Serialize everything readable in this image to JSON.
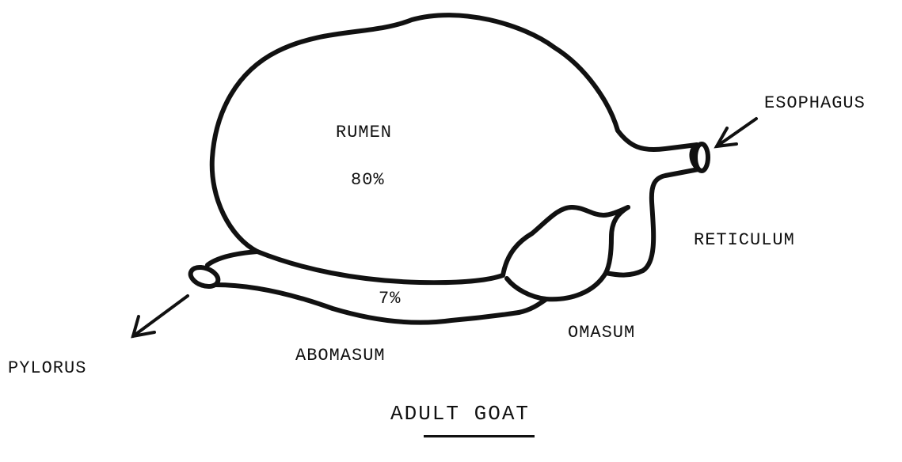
{
  "diagram": {
    "title": "ADULT GOAT",
    "colors": {
      "ink": "#111111",
      "background": "#ffffff"
    },
    "compartments": {
      "rumen": {
        "label": "RUMEN",
        "percent": "80%"
      },
      "abomasum": {
        "label": "ABOMASUM",
        "percent": "7%"
      },
      "omasum": {
        "label": "OMASUM"
      },
      "reticulum": {
        "label": "RETICULUM"
      }
    },
    "openings": {
      "esophagus": {
        "label": "ESOPHAGUS"
      },
      "pylorus": {
        "label": "PYLORUS"
      }
    }
  }
}
